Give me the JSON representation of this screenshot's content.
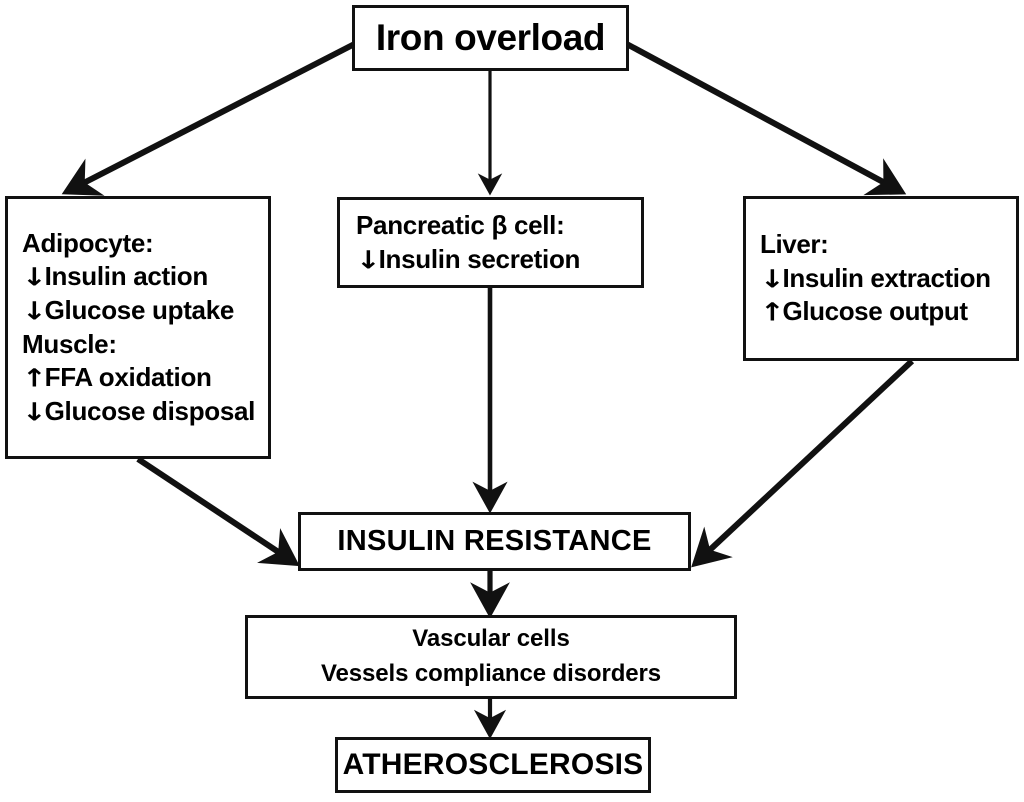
{
  "diagram": {
    "title_node": {
      "id": "iron-overload",
      "label": "Iron overload"
    },
    "organ_nodes": [
      {
        "id": "adipocyte-muscle",
        "lines": [
          {
            "arrow": "",
            "text": "Adipocyte:"
          },
          {
            "arrow": "↓",
            "text": "Insulin action"
          },
          {
            "arrow": "↓",
            "text": "Glucose uptake"
          },
          {
            "arrow": "",
            "text": "Muscle:"
          },
          {
            "arrow": "↑",
            "text": "FFA oxidation"
          },
          {
            "arrow": "↓",
            "text": "Glucose disposal"
          }
        ]
      },
      {
        "id": "pancreatic-beta-cell",
        "lines": [
          {
            "arrow": "",
            "text": "Pancreatic β cell:"
          },
          {
            "arrow": "↓",
            "text": "Insulin secretion"
          }
        ]
      },
      {
        "id": "liver",
        "lines": [
          {
            "arrow": "",
            "text": "Liver:"
          },
          {
            "arrow": "↓",
            "text": "Insulin extraction"
          },
          {
            "arrow": "↑",
            "text": "Glucose output"
          }
        ]
      }
    ],
    "outcome_nodes": [
      {
        "id": "insulin-resistance",
        "lines": [
          "INSULIN RESISTANCE"
        ]
      },
      {
        "id": "vascular-cells",
        "lines": [
          "Vascular cells",
          "Vessels compliance disorders"
        ]
      },
      {
        "id": "atherosclerosis",
        "lines": [
          "ATHEROSCLEROSIS"
        ]
      }
    ],
    "edges": [
      {
        "from": "iron-overload",
        "to": "adipocyte-muscle",
        "kind": "diagonal-left"
      },
      {
        "from": "iron-overload",
        "to": "pancreatic-beta-cell",
        "kind": "vertical"
      },
      {
        "from": "iron-overload",
        "to": "liver",
        "kind": "diagonal-right"
      },
      {
        "from": "adipocyte-muscle",
        "to": "insulin-resistance",
        "kind": "diagonal-right-down"
      },
      {
        "from": "pancreatic-beta-cell",
        "to": "insulin-resistance",
        "kind": "vertical"
      },
      {
        "from": "liver",
        "to": "insulin-resistance",
        "kind": "diagonal-left-down"
      },
      {
        "from": "insulin-resistance",
        "to": "vascular-cells",
        "kind": "vertical"
      },
      {
        "from": "vascular-cells",
        "to": "atherosclerosis",
        "kind": "vertical"
      }
    ],
    "colors": {
      "stroke": "#111111",
      "fill": "#ffffff",
      "text": "#000000"
    }
  }
}
